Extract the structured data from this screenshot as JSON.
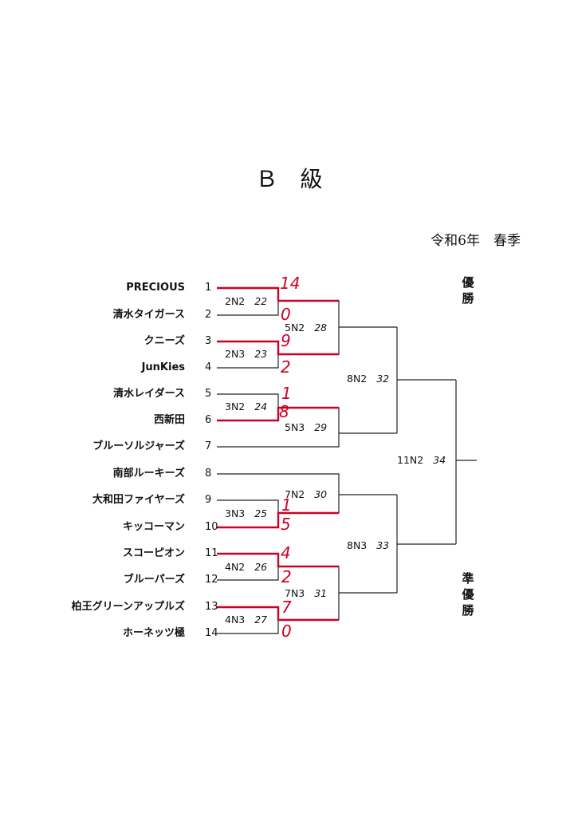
{
  "header": {
    "title": "Ｂ　級",
    "season": "令和6年　春季"
  },
  "teams": [
    {
      "name": "PRECIOUS",
      "seed": "1"
    },
    {
      "name": "清水タイガース",
      "seed": "2"
    },
    {
      "name": "クニーズ",
      "seed": "3"
    },
    {
      "name": "JunKies",
      "seed": "4"
    },
    {
      "name": "清水レイダース",
      "seed": "5"
    },
    {
      "name": "西新田",
      "seed": "6"
    },
    {
      "name": "ブルーソルジャーズ",
      "seed": "7"
    },
    {
      "name": "南部ルーキーズ",
      "seed": "8"
    },
    {
      "name": "大和田ファイヤーズ",
      "seed": "9"
    },
    {
      "name": "キッコーマン",
      "seed": "10"
    },
    {
      "name": "スコーピオン",
      "seed": "11"
    },
    {
      "name": "ブルーパーズ",
      "seed": "12"
    },
    {
      "name": "柏王グリーンアップルズ",
      "seed": "13"
    },
    {
      "name": "ホーネッツ極",
      "seed": "14"
    }
  ],
  "matches": [
    {
      "code": "2N2",
      "num": "22"
    },
    {
      "code": "2N3",
      "num": "23"
    },
    {
      "code": "3N2",
      "num": "24"
    },
    {
      "code": "3N3",
      "num": "25"
    },
    {
      "code": "4N2",
      "num": "26"
    },
    {
      "code": "4N3",
      "num": "27"
    },
    {
      "code": "5N2",
      "num": "28"
    },
    {
      "code": "5N3",
      "num": "29"
    },
    {
      "code": "7N2",
      "num": "30"
    },
    {
      "code": "7N3",
      "num": "31"
    },
    {
      "code": "8N2",
      "num": "32"
    },
    {
      "code": "8N3",
      "num": "33"
    },
    {
      "code": "11N2",
      "num": "34"
    }
  ],
  "scores": [
    {
      "value": "14"
    },
    {
      "value": "0"
    },
    {
      "value": "9"
    },
    {
      "value": "2"
    },
    {
      "value": "1"
    },
    {
      "value": "8"
    },
    {
      "value": "1"
    },
    {
      "value": "5"
    },
    {
      "value": "4"
    },
    {
      "value": "2"
    },
    {
      "value": "7"
    },
    {
      "value": "0"
    }
  ],
  "labels": {
    "champion": "優勝",
    "runner_up": "準優勝"
  },
  "colors": {
    "winner_line": "#cc0022",
    "line": "#222222",
    "score_ink": "#cc0022"
  }
}
